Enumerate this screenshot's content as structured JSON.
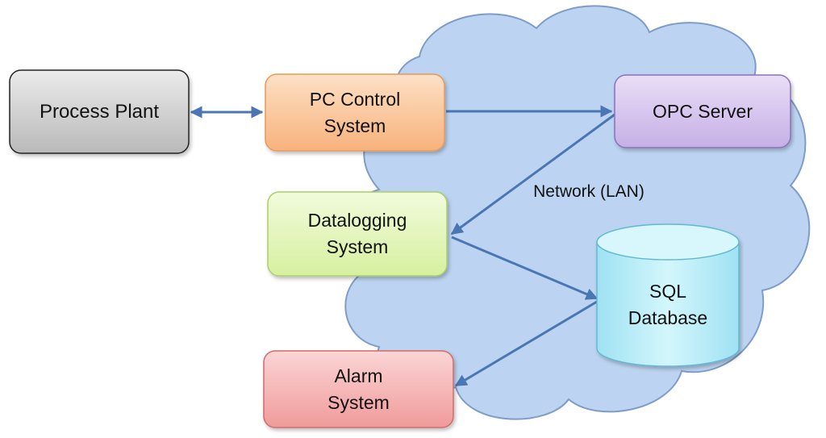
{
  "diagram": {
    "nodes": {
      "process_plant": {
        "lines": [
          "Process Plant"
        ]
      },
      "pc_control": {
        "lines": [
          "PC Control",
          "System"
        ]
      },
      "opc_server": {
        "lines": [
          "OPC Server"
        ]
      },
      "datalogging": {
        "lines": [
          "Datalogging",
          "System"
        ]
      },
      "sql_database": {
        "lines": [
          "SQL",
          "Database"
        ]
      },
      "alarm": {
        "lines": [
          "Alarm",
          "System"
        ]
      }
    },
    "network_label": "Network (LAN)",
    "colors": {
      "cloud_fill": "#bcd4f2",
      "cloud_stroke": "#7f9cc8",
      "arrow": "#4a76b3",
      "process_plant": "#cfcfcf",
      "pc_control": "#fbc79a",
      "opc_server": "#d5c2ec",
      "datalogging": "#e3f6bd",
      "sql_database": "#b8eef8",
      "alarm": "#f6b6b6"
    }
  }
}
